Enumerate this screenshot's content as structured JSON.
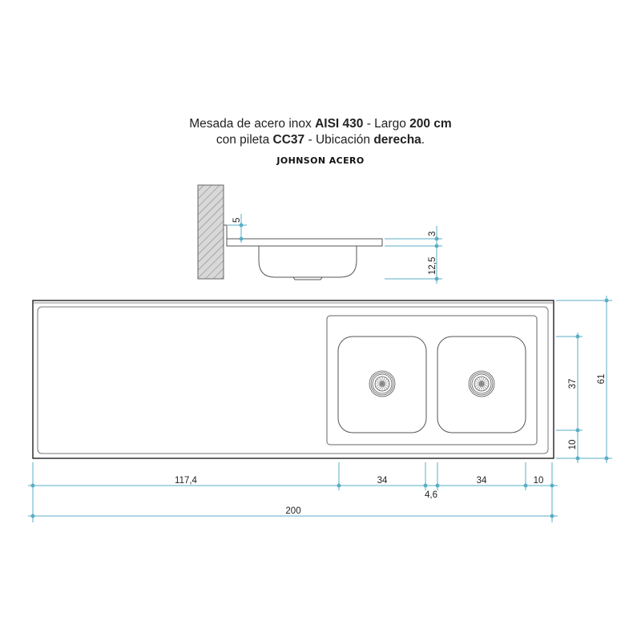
{
  "header": {
    "line1": {
      "prefix": "Mesada de acero inox ",
      "material": "AISI 430",
      "mid": " - Largo ",
      "length": "200 cm"
    },
    "line2": {
      "prefix": "con pileta ",
      "model": "CC37",
      "mid": " - Ubicación ",
      "location": "derecha",
      "suffix": "."
    },
    "brand": "JOHNSON ACERO"
  },
  "side_view": {
    "dimensions": {
      "backsplash_height": "5",
      "top_thickness": "3",
      "bowl_depth": "12,5"
    }
  },
  "top_view": {
    "horizontal_dimensions": {
      "drainboard": "117,4",
      "bowl_left": "34",
      "divider": "4,6",
      "bowl_right": "34",
      "right_margin": "10",
      "total_length": "200"
    },
    "vertical_dimensions": {
      "bowl_length": "37",
      "front_margin": "10",
      "total_depth": "61"
    }
  },
  "colors": {
    "dimension_line": "#5aaec6",
    "outline": "#333333",
    "wall_hatch": "#8a8a8a"
  }
}
